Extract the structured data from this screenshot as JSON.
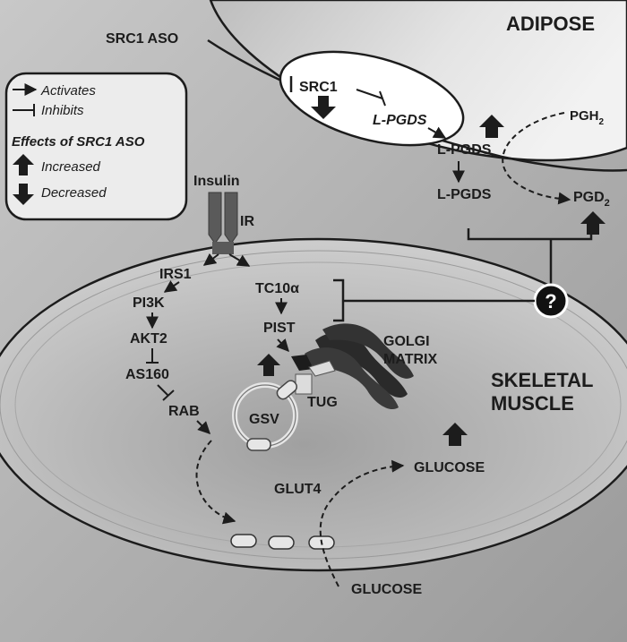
{
  "adipose_label": "ADIPOSE",
  "src1_aso_label": "SRC1 ASO",
  "legend": {
    "activates": "Activates",
    "inhibits": "Inhibits",
    "effects_title": "Effects of SRC1 ASO",
    "increased": "Increased",
    "decreased": "Decreased"
  },
  "nucleus": {
    "src1": "SRC1",
    "lpgds_gene": "L-PGDS"
  },
  "adipose": {
    "lpgds_1": "L-PGDS",
    "lpgds_2": "L-PGDS",
    "pgh": "PGH",
    "pgh_sub": "2",
    "pgd": "PGD",
    "pgd_sub": "2"
  },
  "unknown_mark": "?",
  "muscle": {
    "insulin": "Insulin",
    "ir": "IR",
    "irs1": "IRS1",
    "pi3k": "PI3K",
    "akt2": "AKT2",
    "as160": "AS160",
    "rab": "RAB",
    "tc10a": "TC10α",
    "pist": "PIST",
    "golgi_line1": "GOLGI",
    "golgi_line2": "MATRIX",
    "tug": "TUG",
    "gsv": "GSV",
    "glut4": "GLUT4",
    "glucose_inside": "GLUCOSE",
    "glucose_outside": "GLUCOSE",
    "skeletal_line1": "SKELETAL",
    "skeletal_line2": "MUSCLE"
  },
  "colors": {
    "background": "#b9b9b9",
    "stroke": "#1c1c1c",
    "nucleus_fill": "#ffffff",
    "legend_fill": "#ececec"
  }
}
